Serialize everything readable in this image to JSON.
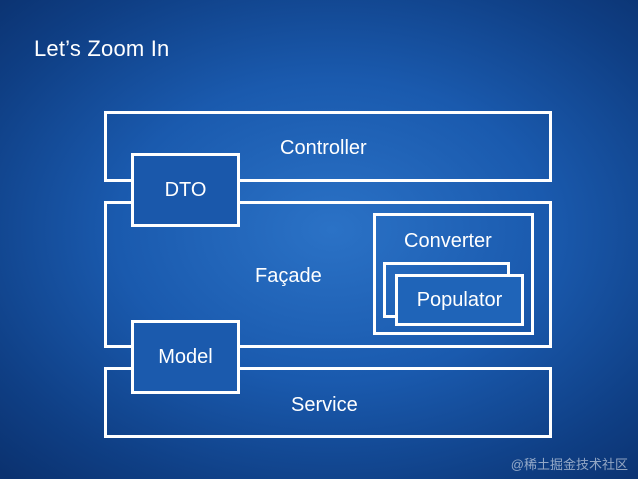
{
  "slide": {
    "title": "Let’s Zoom In"
  },
  "diagram": {
    "controller": "Controller",
    "dto": "DTO",
    "facade": "Façade",
    "converter": "Converter",
    "populator": "Populator",
    "model": "Model",
    "service": "Service"
  },
  "watermark": "@稀土掘金技术社区"
}
